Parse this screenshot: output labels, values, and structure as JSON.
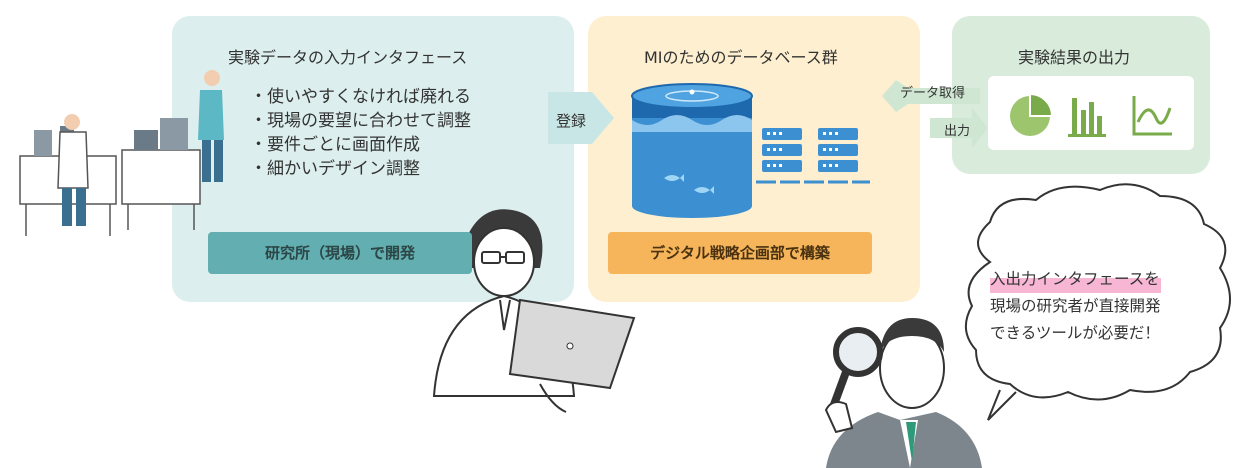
{
  "input_panel": {
    "title": "実験データの入力インタフェース",
    "bullets": [
      "使いやすくなければ廃れる",
      "現場の要望に合わせて調整",
      "要件ごとに画面作成",
      "細かいデザイン調整"
    ],
    "bar_label": "研究所（現場）で開発"
  },
  "register_label": "登録",
  "db_panel": {
    "title": "MIのためのデータベース群",
    "bar_label": "デジタル戦略企画部で構築"
  },
  "data_fetch_label": "データ取得",
  "output_label": "出力",
  "output_panel": {
    "title": "実験結果の出力",
    "icons": [
      "pie-chart-icon",
      "bar-chart-icon",
      "line-chart-icon"
    ]
  },
  "speech_bubble": {
    "line1": "入出力インタフェースを",
    "line2": "現場の研究者が直接開発",
    "line3": "できるツールが必要だ！"
  },
  "colors": {
    "input_panel_bg": "#dcefee",
    "db_panel_bg": "#fdefcf",
    "output_panel_bg": "#d9ecdc",
    "teal_bar": "#62aeb0",
    "orange_bar": "#f6b45b",
    "chart_green": "#7aab4a",
    "highlight_pink": "#f7b6d4"
  }
}
